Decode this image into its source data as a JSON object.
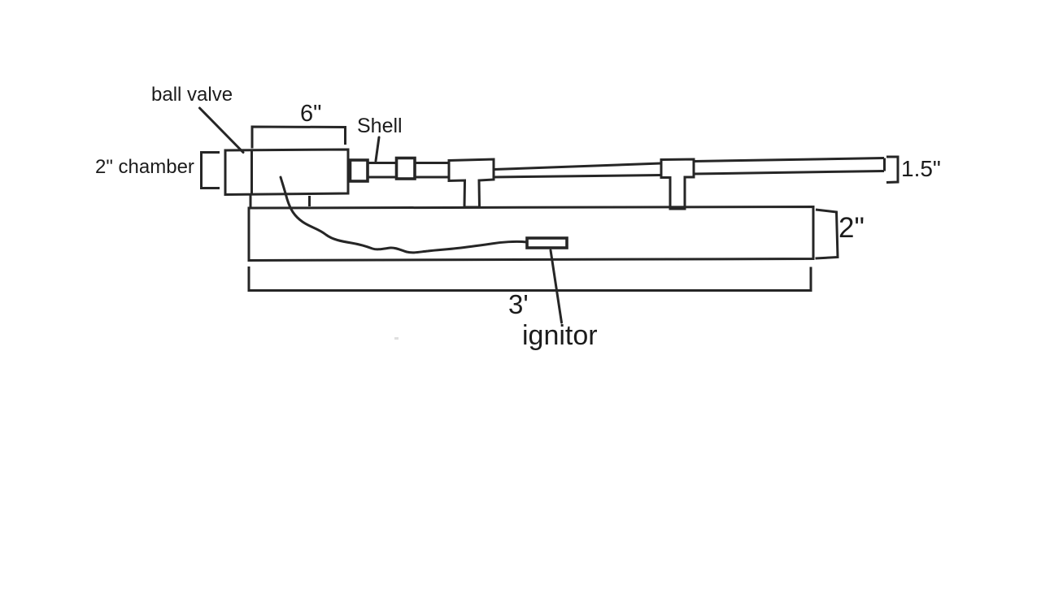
{
  "diagram": {
    "labels": {
      "ball_valve": "ball valve",
      "chamber": "2\" chamber",
      "chamber_length": "6\"",
      "shell": "Shell",
      "muzzle_diameter": "1.5\"",
      "barrel_diameter": "2\"",
      "barrel_length": "3'",
      "ignitor": "ignitor"
    },
    "colors": {
      "line": "#262626",
      "text": "#1c1c1c",
      "background": "#ffffff"
    }
  }
}
